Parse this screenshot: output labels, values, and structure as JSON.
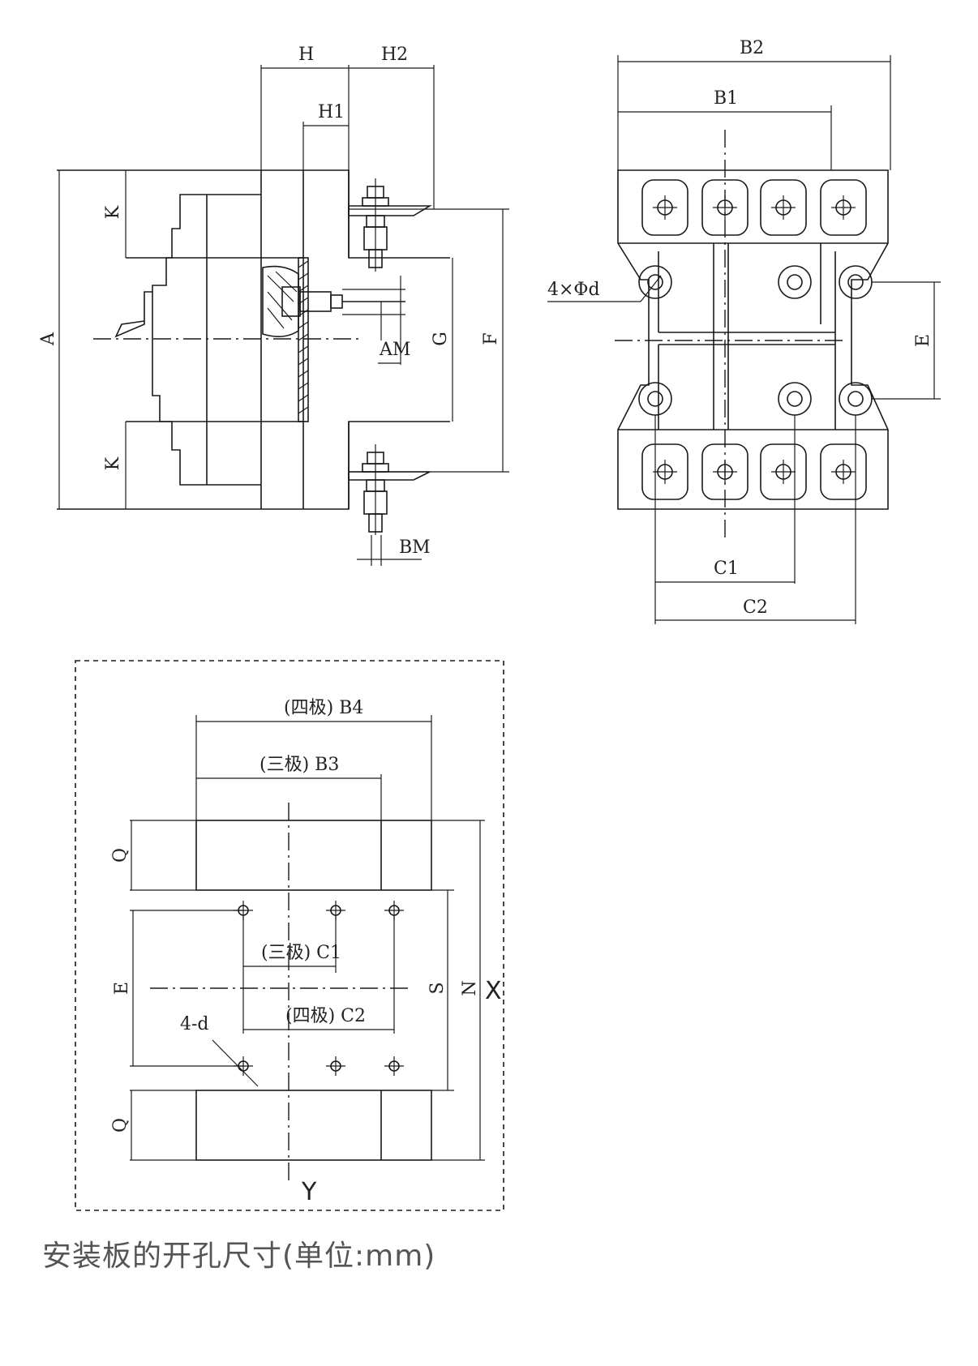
{
  "side_view": {
    "labels": {
      "H": "H",
      "H1": "H1",
      "H2": "H2",
      "A": "A",
      "K_top": "K",
      "K_bottom": "K",
      "G": "G",
      "F": "F",
      "AM": "AM",
      "BM": "BM"
    }
  },
  "front_view": {
    "labels": {
      "B1": "B1",
      "B2": "B2",
      "C1": "C1",
      "C2": "C2",
      "E": "E",
      "holes": "4×Φd"
    }
  },
  "cutout_view": {
    "labels": {
      "B4": "(四极) B4",
      "B3": "(三极) B3",
      "C1": "(三极) C1",
      "C2": "(四极) C2",
      "Q_top": "Q",
      "Q_bottom": "Q",
      "E": "E",
      "S": "S",
      "N": "N",
      "X": "X",
      "Y": "Y",
      "holes": "4-d"
    }
  },
  "caption": "安装板的开孔尺寸(单位:mm)"
}
